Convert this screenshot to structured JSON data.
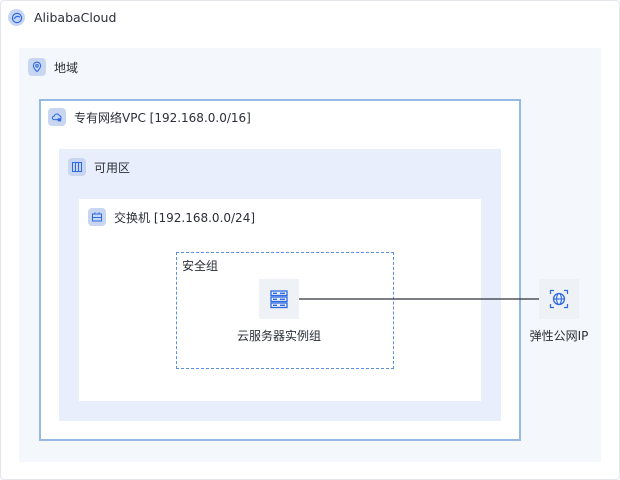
{
  "cloud": {
    "label": "AlibabaCloud",
    "icon": "cloud-logo-icon"
  },
  "region": {
    "label": "地域",
    "icon": "location-pin-icon"
  },
  "vpc": {
    "label": "专有网络VPC [192.168.0.0/16]",
    "icon": "cloud-lock-icon"
  },
  "zone": {
    "label": "可用区",
    "icon": "zone-grid-icon"
  },
  "vswitch": {
    "label": "交换机 [192.168.0.0/24]",
    "icon": "switch-icon"
  },
  "security_group": {
    "label": "安全组"
  },
  "ecs_group": {
    "label": "云服务器实例组",
    "icon": "server-stack-icon"
  },
  "eip": {
    "label": "弹性公网IP",
    "icon": "globe-icon"
  },
  "colors": {
    "accent": "#2d6ae3",
    "vpc_border": "#97b9e6",
    "zone_fill": "#e8eefb",
    "region_fill": "#f4f7fb",
    "connector": "#2f333a"
  }
}
